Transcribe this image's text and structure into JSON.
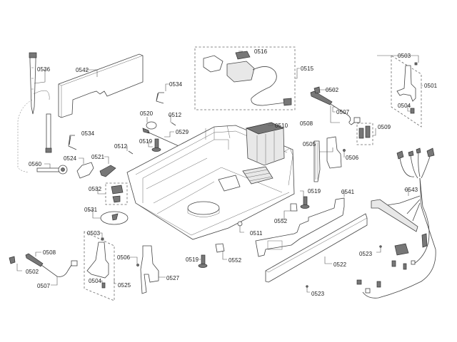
{
  "diagram": {
    "type": "exploded-parts-diagram",
    "subject": "dishwasher base assembly"
  },
  "labels": [
    {
      "id": "0536",
      "text": "0536"
    },
    {
      "id": "0542",
      "text": "0542"
    },
    {
      "id": "0534a",
      "text": "0534"
    },
    {
      "id": "0534b",
      "text": "0534"
    },
    {
      "id": "0516",
      "text": "0516"
    },
    {
      "id": "0515",
      "text": "0515"
    },
    {
      "id": "0503a",
      "text": "0503"
    },
    {
      "id": "0501",
      "text": "0501"
    },
    {
      "id": "0504a",
      "text": "0504"
    },
    {
      "id": "0502a",
      "text": "0502"
    },
    {
      "id": "0507a",
      "text": "0507"
    },
    {
      "id": "0508a",
      "text": "0508"
    },
    {
      "id": "0509",
      "text": "0509"
    },
    {
      "id": "0505",
      "text": "0505"
    },
    {
      "id": "0506a",
      "text": "0506"
    },
    {
      "id": "0520",
      "text": "0520"
    },
    {
      "id": "0512a",
      "text": "0512"
    },
    {
      "id": "0529",
      "text": "0529"
    },
    {
      "id": "0519a",
      "text": "0519"
    },
    {
      "id": "0512b",
      "text": "0512"
    },
    {
      "id": "0510",
      "text": "0510"
    },
    {
      "id": "0524",
      "text": "0524"
    },
    {
      "id": "0521",
      "text": "0521"
    },
    {
      "id": "0560",
      "text": "0560"
    },
    {
      "id": "0532",
      "text": "0532"
    },
    {
      "id": "0531",
      "text": "0531"
    },
    {
      "id": "0519b",
      "text": "0519"
    },
    {
      "id": "0541",
      "text": "0541"
    },
    {
      "id": "0543",
      "text": "0543"
    },
    {
      "id": "0552a",
      "text": "0552"
    },
    {
      "id": "0511",
      "text": "0511"
    },
    {
      "id": "0503b",
      "text": "0503"
    },
    {
      "id": "0508b",
      "text": "0508"
    },
    {
      "id": "0502b",
      "text": "0502"
    },
    {
      "id": "0507b",
      "text": "0507"
    },
    {
      "id": "0506b",
      "text": "0506"
    },
    {
      "id": "0504b",
      "text": "0504"
    },
    {
      "id": "0525",
      "text": "0525"
    },
    {
      "id": "0527",
      "text": "0527"
    },
    {
      "id": "0519c",
      "text": "0519"
    },
    {
      "id": "0552b",
      "text": "0552"
    },
    {
      "id": "0523a",
      "text": "0523"
    },
    {
      "id": "0522",
      "text": "0522"
    },
    {
      "id": "0523b",
      "text": "0523"
    }
  ]
}
